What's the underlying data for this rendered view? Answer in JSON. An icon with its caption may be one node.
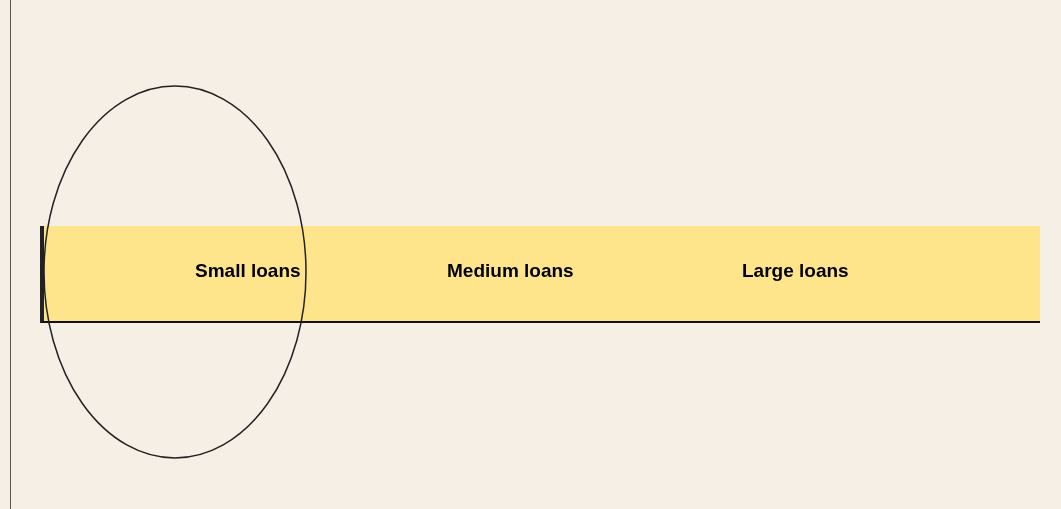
{
  "diagram": {
    "nodes": [
      {
        "text": [
          "Small loans",
          "Medium loans",
          "Large loans"
        ]
      }
    ]
  }
}
